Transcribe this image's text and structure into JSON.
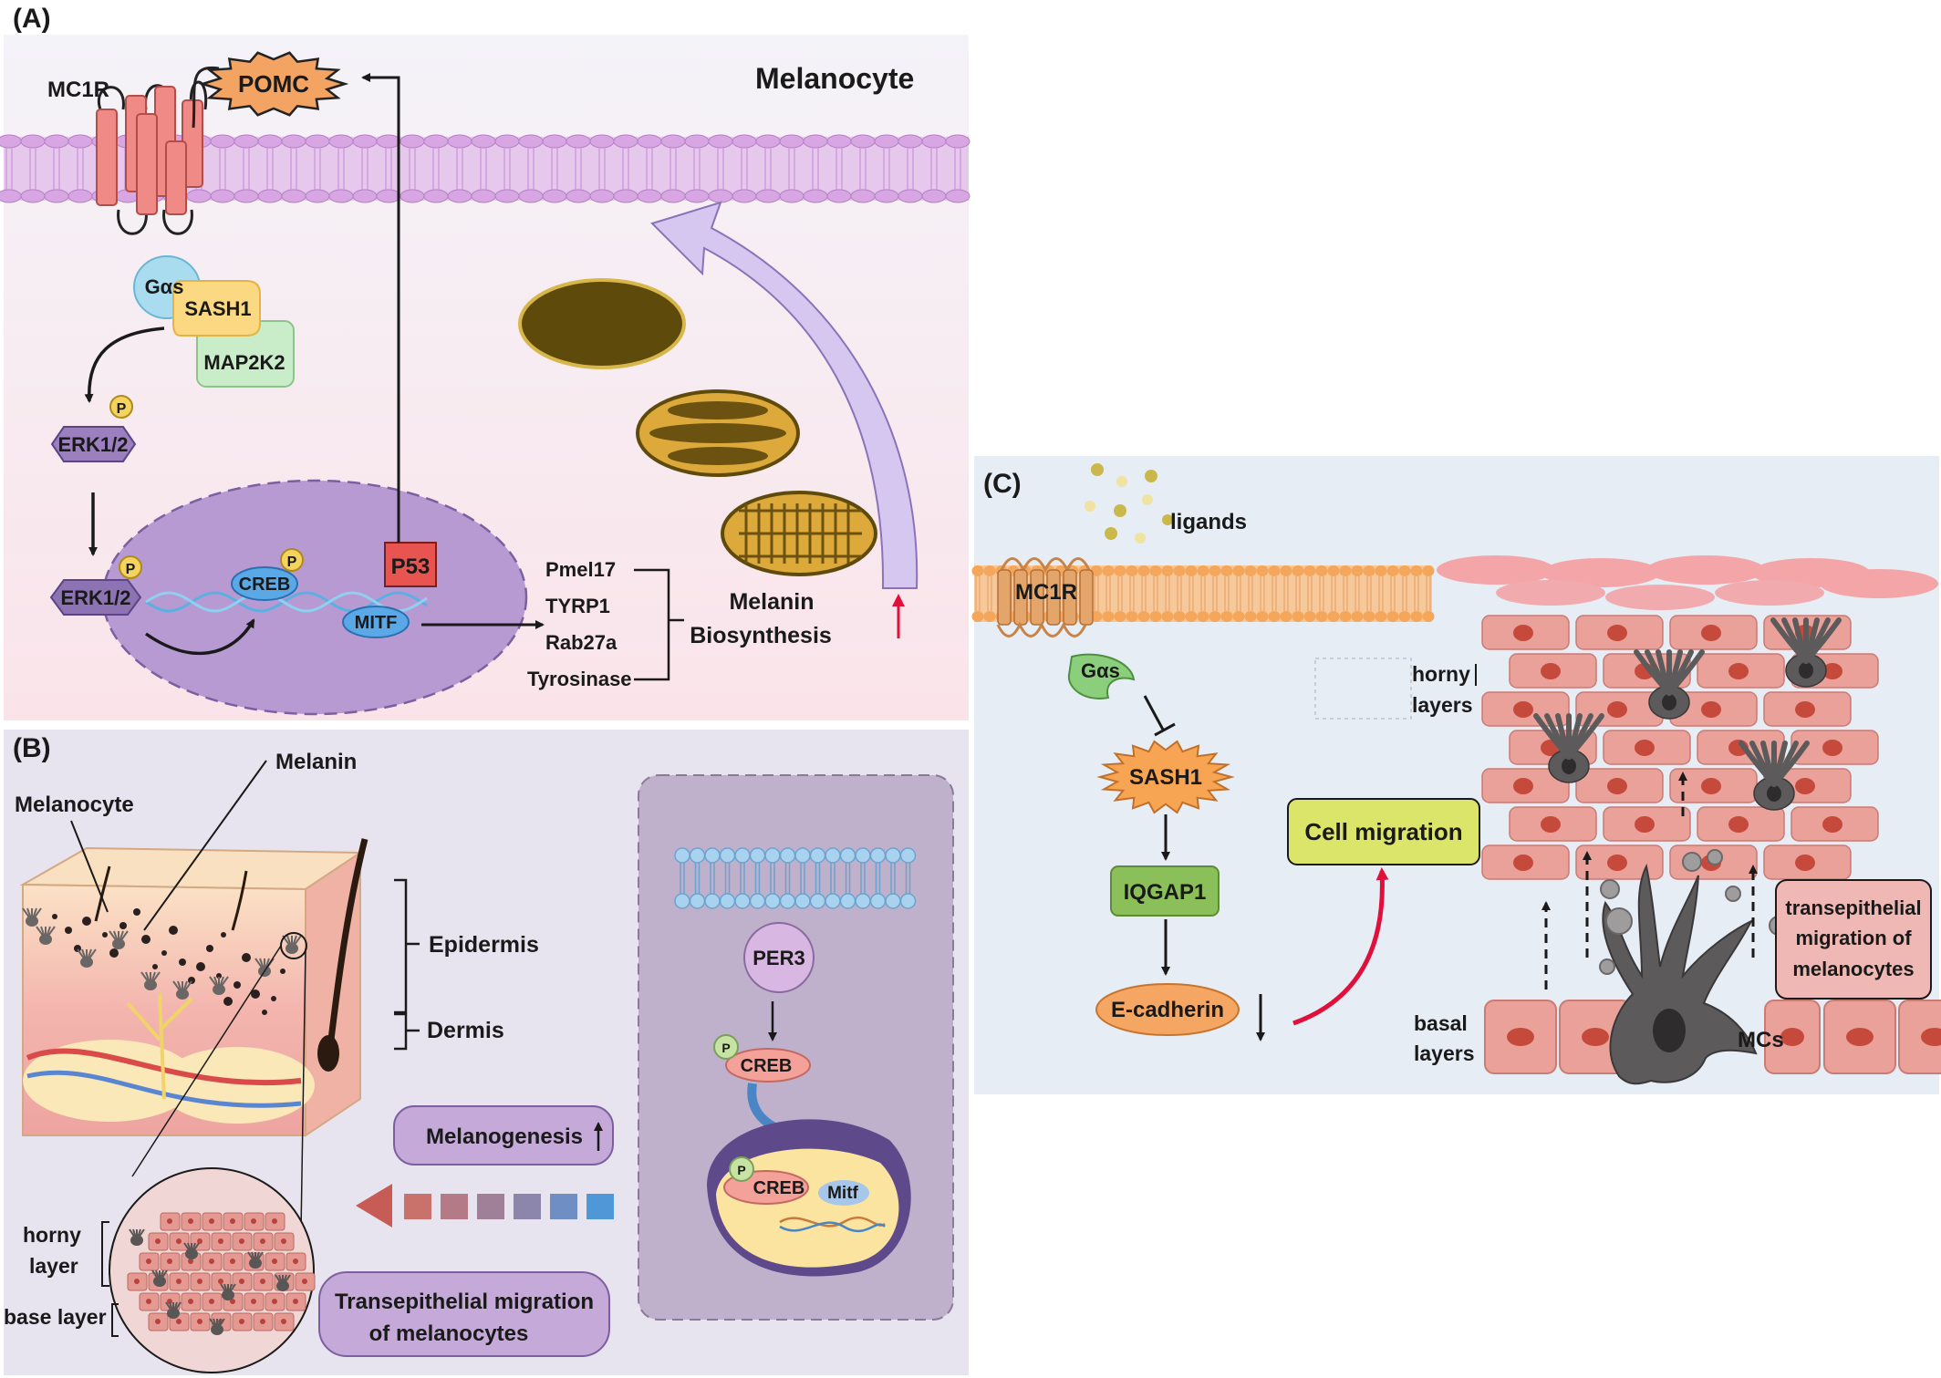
{
  "panel_a": {
    "label": "(A)",
    "title": "Melanocyte",
    "receptor": "MC1R",
    "ligand": "POMC",
    "g_protein": "Gαs",
    "adaptor": "SASH1",
    "kinase": "MAP2K2",
    "erk_cytoplasm": "ERK1/2",
    "erk_nucleus": "ERK1/2",
    "phospho": "P",
    "creb": "CREB",
    "p53": "P53",
    "mitf": "MITF",
    "genes": [
      "Pmel17",
      "TYRP1",
      "Rab27a",
      "Tyrosinase"
    ],
    "outcome_line1": "Melanin",
    "outcome_line2": "Biosynthesis"
  },
  "panel_b": {
    "label": "(B)",
    "melanocyte": "Melanocyte",
    "melanin": "Melanin",
    "epidermis": "Epidermis",
    "dermis": "Dermis",
    "horny_line1": "horny",
    "horny_line2": "layer",
    "base_layer": "base layer",
    "melanogenesis": "Melanogenesis",
    "transepithelial_line1": "Transepithelial migration",
    "transepithelial_line2": "of melanocytes",
    "per3": "PER3",
    "phospho": "P",
    "creb": "CREB",
    "creb_nucleus": "CREB",
    "mitf": "Mitf"
  },
  "panel_c": {
    "label": "(C)",
    "ligands": "ligands",
    "receptor": "MC1R",
    "g_protein": "Gαs",
    "sash1": "SASH1",
    "iqgap1": "IQGAP1",
    "ecadherin": "E-cadherin",
    "cell_migration": "Cell migration",
    "horny_line1": "horny",
    "horny_line2": "layers",
    "basal_line1": "basal",
    "basal_line2": "layers",
    "mcs": "MCs",
    "transepithelial_line1": "transepithelial",
    "transepithelial_line2": "migration of",
    "transepithelial_line3": "melanocytes"
  },
  "colors": {
    "membrane_a": "#d7a6e3",
    "receptor_a": "#ef8a86",
    "pomc": "#f4a462",
    "nucleus": "#b89ad3",
    "erk": "#9b7fbf",
    "creb": "#5aa8e6",
    "p53": "#e85450",
    "phospho": "#f4d35e",
    "melanin_brown": "#6b5210",
    "arrow_lavender": "#d6c7f0",
    "red_arrow": "#e0103a",
    "sash1_c": "#f7a552",
    "iqgap1": "#8bbf5a",
    "ecadherin": "#f4a662",
    "cell_migration": "#dbe56a",
    "cell_pink": "#e9a19a",
    "mc_gray": "#5c5a5a"
  }
}
